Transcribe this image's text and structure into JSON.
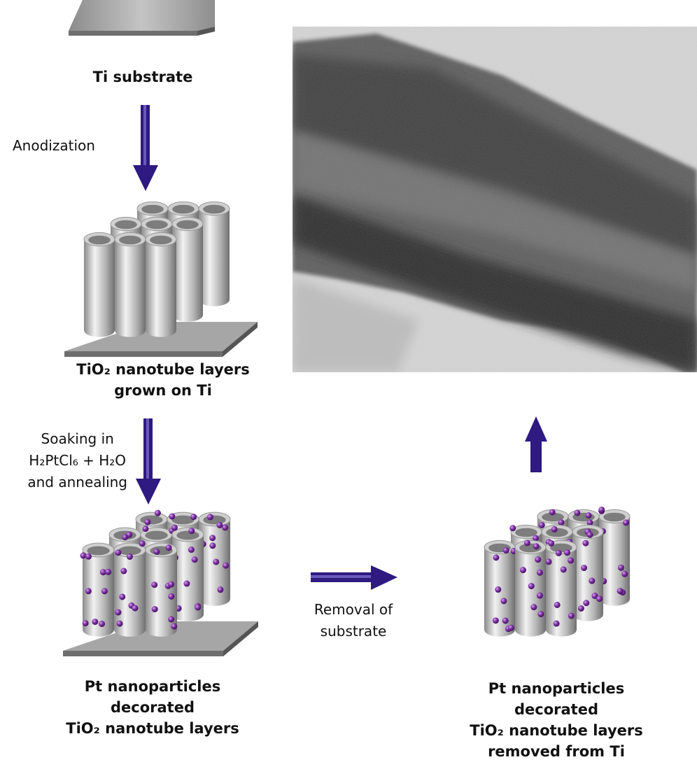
{
  "steps": {
    "substrate_label": "Ti substrate",
    "anodization_label": "Anodization",
    "nanotubes_label": [
      "TiO₂ nanotube layers",
      "grown on Ti"
    ],
    "soaking_label": [
      "Soaking in",
      "H₂PtCl₆ + H₂O",
      "and annealing"
    ],
    "decorated_label": [
      "Pt nanoparticles",
      "decorated",
      "TiO₂ nanotube layers"
    ],
    "removal_label": [
      "Removal of",
      "substrate"
    ],
    "removed_label": [
      "Pt nanoparticles",
      "decorated",
      "TiO₂ nanotube layers",
      "removed from Ti"
    ]
  },
  "colors": {
    "arrow": "#2e1a80",
    "particle": "#7a2fa0",
    "tube": "#b8b8b8",
    "substrate": "#9a9a9a"
  }
}
